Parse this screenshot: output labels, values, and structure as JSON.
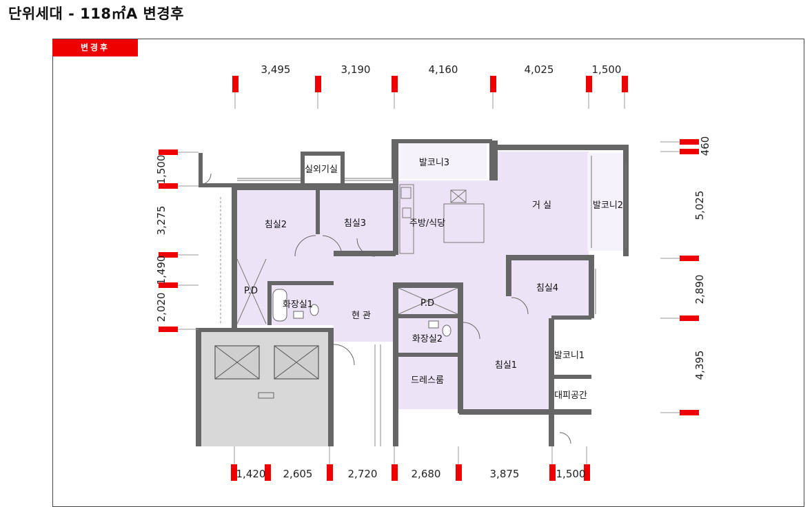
{
  "title": "단위세대 - 118㎡A 변경후",
  "badge": "변경후",
  "colors": {
    "accent": "#ee0000",
    "room": "#ece4f6",
    "wall": "#666666",
    "core": "#d8d8d8"
  },
  "rooms": {
    "bed2": "침실2",
    "bed3": "침실3",
    "kitchen": "주방/식당",
    "living": "거 실",
    "balcony2": "발코니2",
    "balcony3": "발코니3",
    "outdoor_unit": "실외기실",
    "pd_left": "P.D",
    "bath1": "화장실1",
    "entrance": "현 관",
    "pd_center": "P.D",
    "bath2": "화장실2",
    "bed4": "침실4",
    "bed1": "침실1",
    "balcony1": "발코니1",
    "dress": "드레스룸",
    "evac": "대피공간"
  },
  "dims": {
    "top": [
      "3,495",
      "3,190",
      "4,160",
      "4,025",
      "1,500"
    ],
    "bottom": [
      "1,420",
      "2,605",
      "2,720",
      "2,680",
      "3,875",
      "1,500"
    ],
    "left": [
      "1,500",
      "3,275",
      "1,490",
      "2,020"
    ],
    "right": [
      "460",
      "5,025",
      "2,890",
      "4,395"
    ]
  }
}
